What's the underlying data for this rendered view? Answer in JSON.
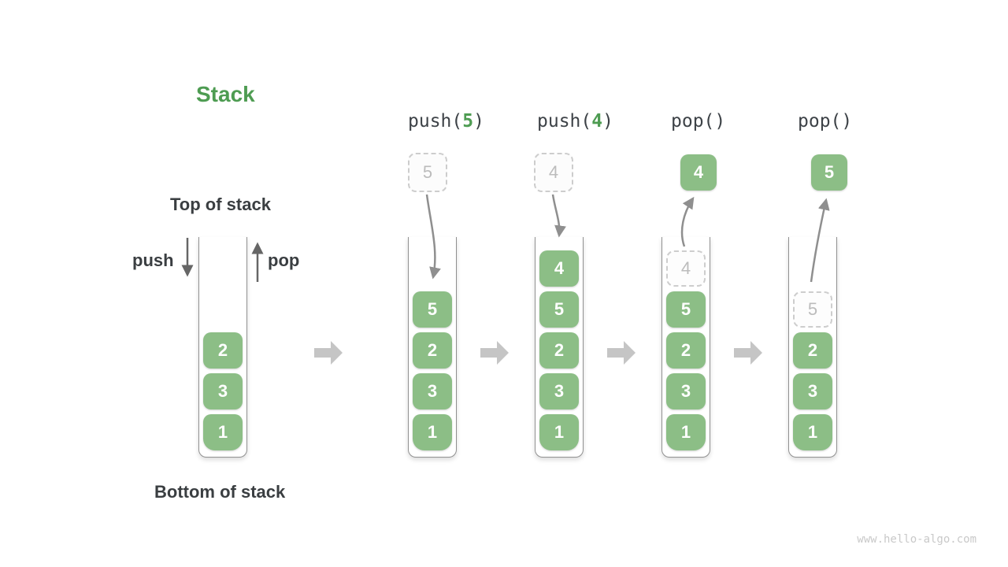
{
  "title": "Stack",
  "watermark": "www.hello-algo.com",
  "annotations": {
    "top_of_stack": "Top of stack",
    "bottom_of_stack": "Bottom of stack",
    "push_label": "push",
    "pop_label": "pop"
  },
  "operations": {
    "push5": {
      "prefix": "push(",
      "arg": "5",
      "suffix": ")"
    },
    "push4": {
      "prefix": "push(",
      "arg": "4",
      "suffix": ")"
    },
    "pop1": {
      "prefix": "pop(",
      "arg": "",
      "suffix": ")"
    },
    "pop2": {
      "prefix": "pop(",
      "arg": "",
      "suffix": ")"
    }
  },
  "stacks": {
    "initial": {
      "blocks": [
        "2",
        "3",
        "1"
      ]
    },
    "push5": {
      "incoming": "5",
      "blocks": [
        "5",
        "2",
        "3",
        "1"
      ]
    },
    "push4": {
      "incoming": "4",
      "blocks": [
        "4",
        "5",
        "2",
        "3",
        "1"
      ]
    },
    "pop1": {
      "outgoing": "4",
      "vacated_slot": "4",
      "blocks": [
        "5",
        "2",
        "3",
        "1"
      ]
    },
    "pop2": {
      "outgoing": "5",
      "vacated_slot": "5",
      "blocks": [
        "2",
        "3",
        "1"
      ]
    }
  },
  "colors": {
    "block_green": "#8cbe86",
    "accent_green": "#4e9c52",
    "heading_dark": "#3a3e41",
    "code_text": "#3d4247",
    "container_border": "#909090",
    "ghost_border": "#cdcdcd",
    "ghost_text": "#bcbcbc",
    "thin_arrow_gray": "#8f8f8f",
    "small_arrow_gray": "#666666",
    "big_arrow_gray": "#c5c5c5",
    "watermark_gray": "#c9c9c9"
  }
}
